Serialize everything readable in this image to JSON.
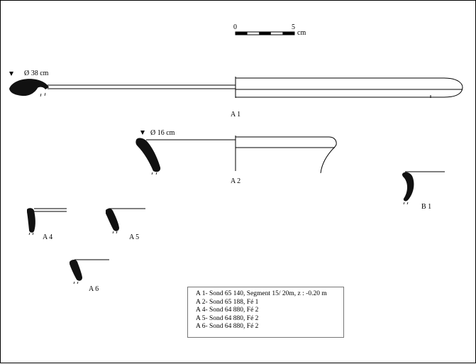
{
  "scale": {
    "zero": "0",
    "five": "5",
    "unit": "cm"
  },
  "diameters": {
    "a1": "Ø 38 cm",
    "a2": "Ø 16 cm"
  },
  "labels": {
    "a1": "A 1",
    "a2": "A 2",
    "a4": "A 4",
    "a5": "A 5",
    "a6": "A 6",
    "b1": "B 1"
  },
  "legend": [
    "A 1- Sond 65 140, Segment 15/ 20m, z : -0.20 m",
    "A 2- Sond 65 188, Fé 1",
    "A 4- Sond 64 880, Fé 2",
    "A 5- Sond 64 880, Fé 2",
    "A 6- Sond 64 880, Fé 2"
  ]
}
